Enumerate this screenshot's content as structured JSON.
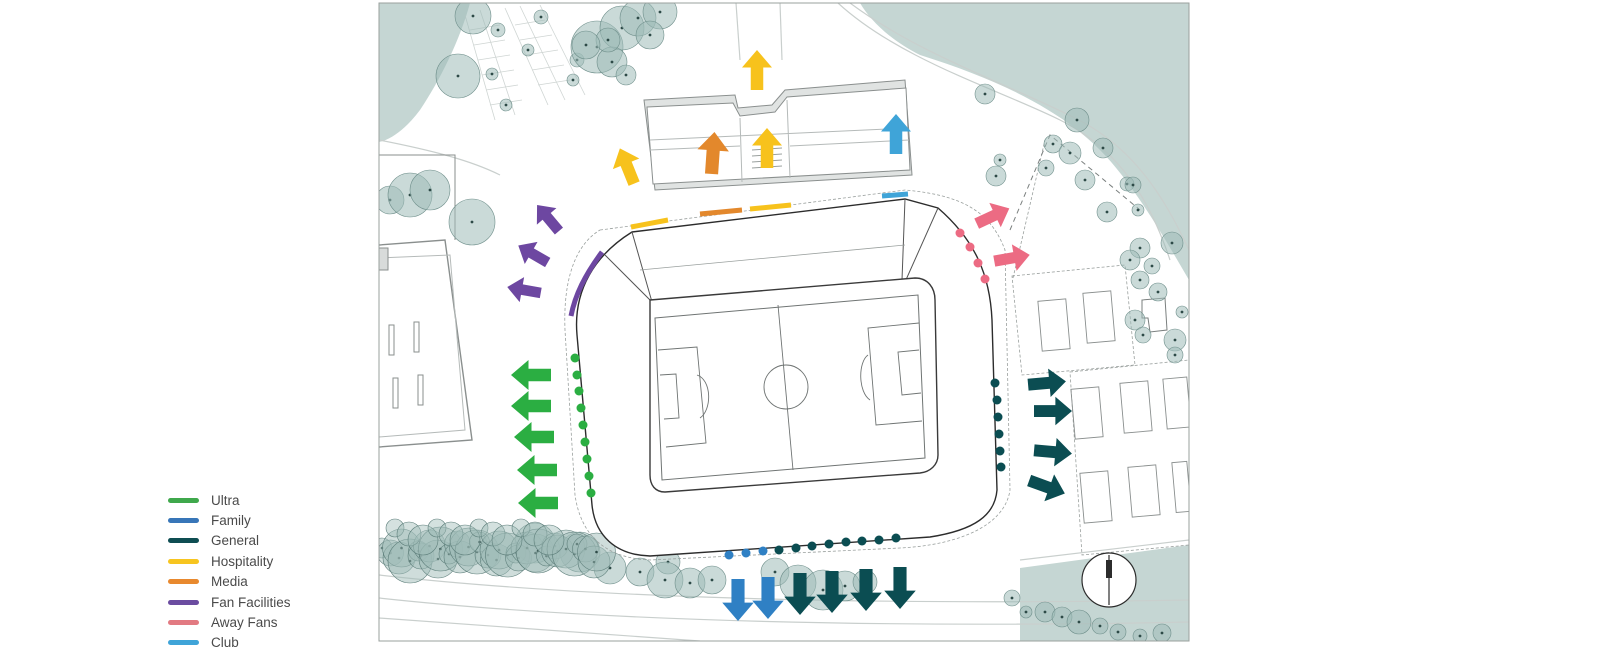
{
  "legend": [
    {
      "label": "Ultra",
      "color": "#3fa84c"
    },
    {
      "label": "Family",
      "color": "#3876b8"
    },
    {
      "label": "General",
      "color": "#0e4d52"
    },
    {
      "label": "Hospitality",
      "color": "#f7c520"
    },
    {
      "label": "Media",
      "color": "#e8892e"
    },
    {
      "label": "Fan Facilities",
      "color": "#6b4ca0"
    },
    {
      "label": "Away Fans",
      "color": "#e27a82"
    },
    {
      "label": "Club",
      "color": "#3fa4d8"
    }
  ],
  "colors": {
    "ultra": "#2bae42",
    "family": "#2f80c4",
    "general": "#0b4d52",
    "hospitality": "#f7c21c",
    "media": "#e3882c",
    "fan_facilities": "#6d47a1",
    "away_fans": "#ec6b83",
    "club": "#3fa4d8",
    "greenery": "#c5d6d3",
    "tree": "#9fbcb8"
  },
  "icons": {
    "compass": "north-arrow-icon",
    "arrow": "arrow-icon"
  }
}
